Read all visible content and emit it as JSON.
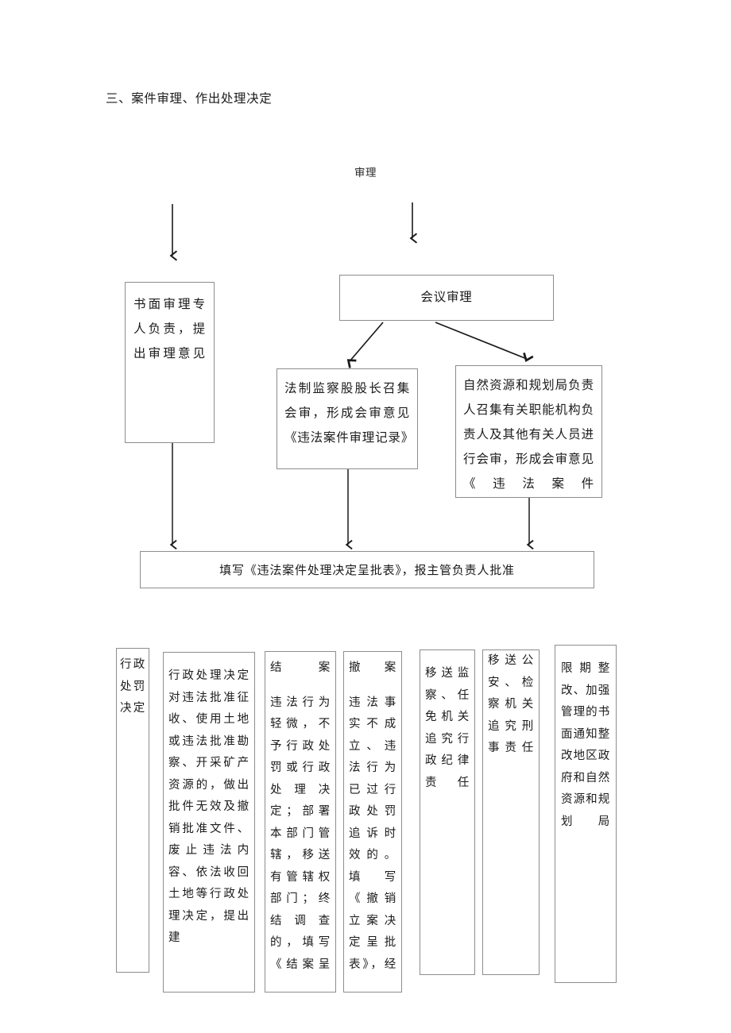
{
  "page": {
    "heading": "三、案件审理、作出处理决定",
    "entry_label": "审理"
  },
  "middle": {
    "written_review": "书面审理专人负责，提出审理意见",
    "meeting_review": "会议审理",
    "branch_left": "法制监察股股长召集会审，形成会审意见《违法案件审理记录》",
    "branch_right": "自然资源和规划局负责人召集有关职能机构负责人及其他有关人员进行会审，形成会审意见《违法案件",
    "approval": "填写《违法案件处理决定呈批表》，报主管负责人批准"
  },
  "outcomes": [
    {
      "head": "行政处罚决定",
      "body": ""
    },
    {
      "head": "",
      "body": "行政处理决定对违法批准征收、使用土地或违法批准勘察、开采矿产资源的，做出批件无效及撤销批准文件、废止违法内容、依法收回土地等行政处理决定，提出建"
    },
    {
      "head": "结案",
      "body": "违法行为轻微，不予行政处罚或行政处理决定；部署本部门管辖，移送有管辖权部门；终结调查的，填写《结案呈"
    },
    {
      "head": "撤案",
      "body": "违法事实不成立、违法行为已过行政处罚追诉时效的。填写《撤销立案决定呈批表》，经"
    },
    {
      "head": "",
      "body": "移送监察、任免机关追究行政纪律责任"
    },
    {
      "head": "",
      "body": "移送公安、检察机关追究刑事责任"
    },
    {
      "head": "",
      "body": "限期整改、加强管理的书面通知整改地区政府和自然资源和规划局"
    }
  ],
  "colors": {
    "box_border": "#8d8d8d",
    "text": "#1b1b1b",
    "arrow": "#1a1a1a",
    "background": "#ffffff"
  }
}
